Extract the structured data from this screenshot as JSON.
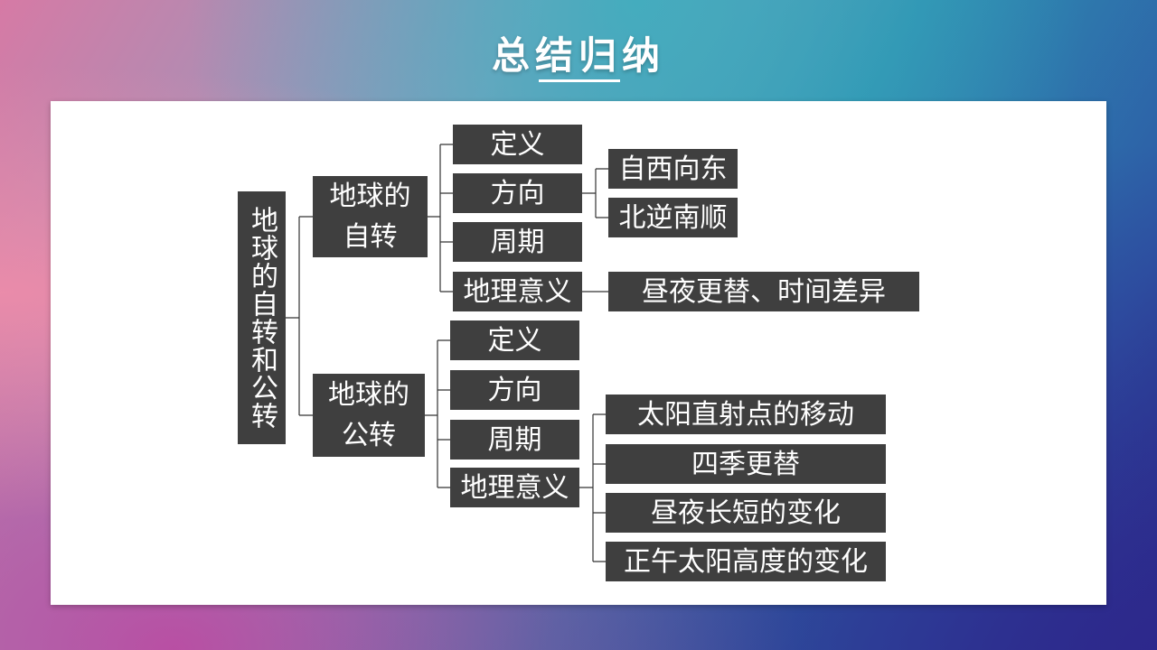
{
  "title": "总结归纳",
  "root": "地球的自转和公转",
  "rotation": {
    "label": "地球的自转",
    "items": [
      "定义",
      "方向",
      "周期",
      "地理意义"
    ],
    "direction_details": [
      "自西向东",
      "北逆南顺"
    ],
    "significance": "昼夜更替、时间差异"
  },
  "revolution": {
    "label": "地球的公转",
    "items": [
      "定义",
      "方向",
      "周期",
      "地理意义"
    ],
    "significance_details": [
      "太阳直射点的移动",
      "四季更替",
      "昼夜长短的变化",
      "正午太阳高度的变化"
    ]
  }
}
